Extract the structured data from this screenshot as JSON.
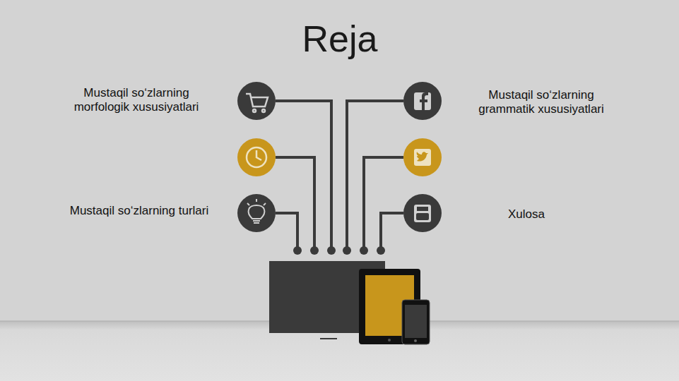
{
  "diagram": {
    "title": "Reja",
    "labels": [
      "Mustaqil so‘zlarning morfologik xususiyatlari",
      "Mustaqil so‘zlarning turlari",
      "Mustaqil so‘zlarning grammatik xususiyatlari",
      "Xulosa"
    ]
  }
}
